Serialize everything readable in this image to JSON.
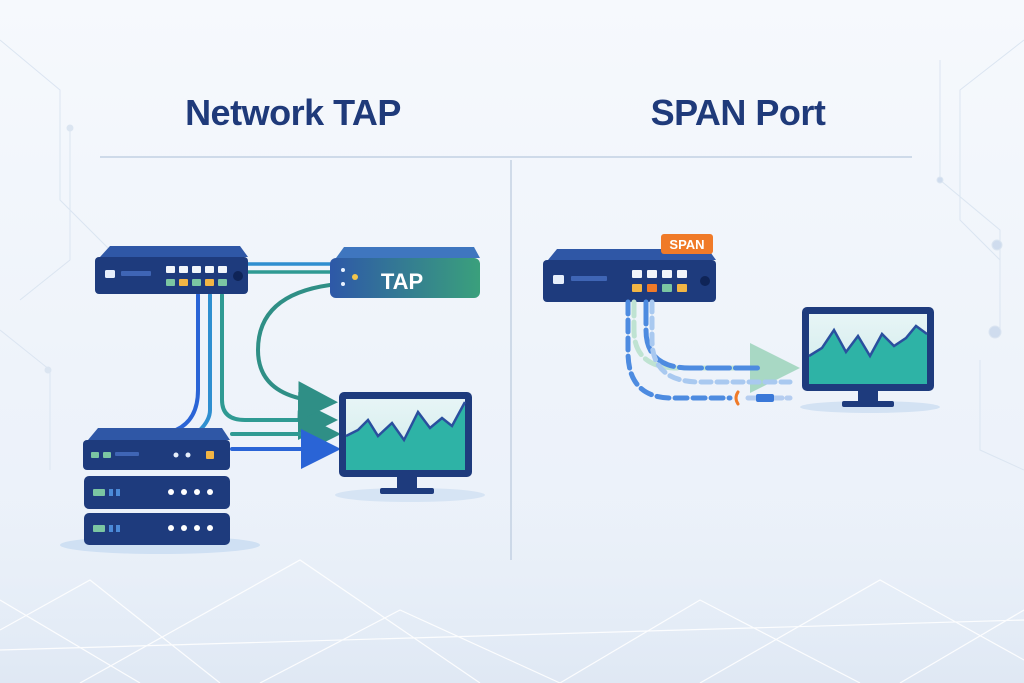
{
  "panels": {
    "left": {
      "title": "Network TAP",
      "tap_label": "TAP"
    },
    "right": {
      "title": "SPAN Port",
      "span_badge": "SPAN"
    }
  },
  "colors": {
    "title": "#1f3a7a",
    "device_dark": "#1e3b7d",
    "device_top": "#2f57a6",
    "tap_green": "#3aa07c",
    "flow_blue": "#2a64d6",
    "flow_teal": "#2f9a93",
    "span_orange": "#f07a28",
    "screen_teal": "#2eb3a6"
  }
}
